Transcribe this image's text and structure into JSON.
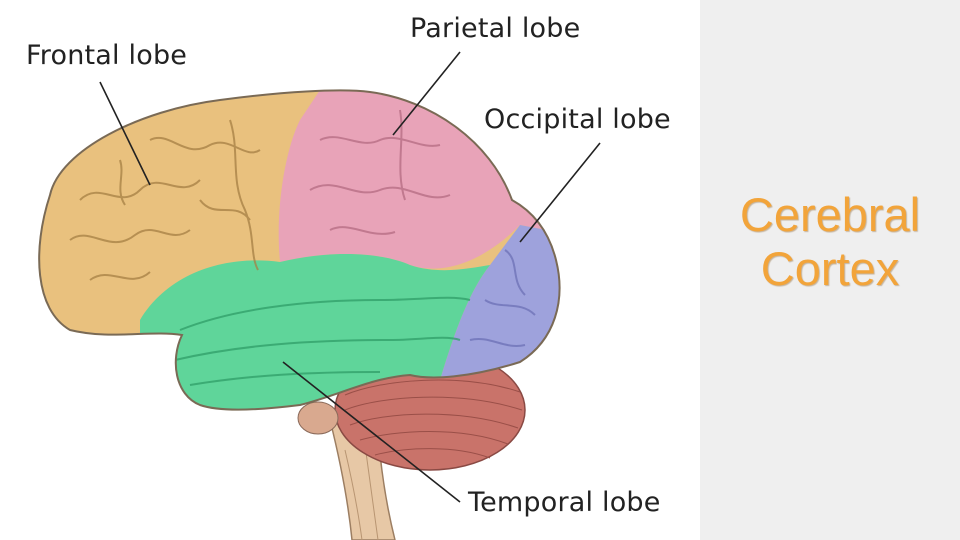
{
  "diagram": {
    "labels": {
      "frontal": "Frontal lobe",
      "parietal": "Parietal lobe",
      "occipital": "Occipital lobe",
      "temporal": "Temporal lobe"
    },
    "colors": {
      "frontal": "#e9c17e",
      "parietal": "#e8a3b8",
      "occipital": "#9ea2dc",
      "temporal": "#5fd59a",
      "cerebellum": "#c9736a",
      "brainstem": "#e7c8a6",
      "leader_line": "#222222"
    }
  },
  "side_panel": {
    "title_line1": "Cerebral",
    "title_line2": "Cortex",
    "title_color": "#f2a43a",
    "background": "#efefef"
  }
}
